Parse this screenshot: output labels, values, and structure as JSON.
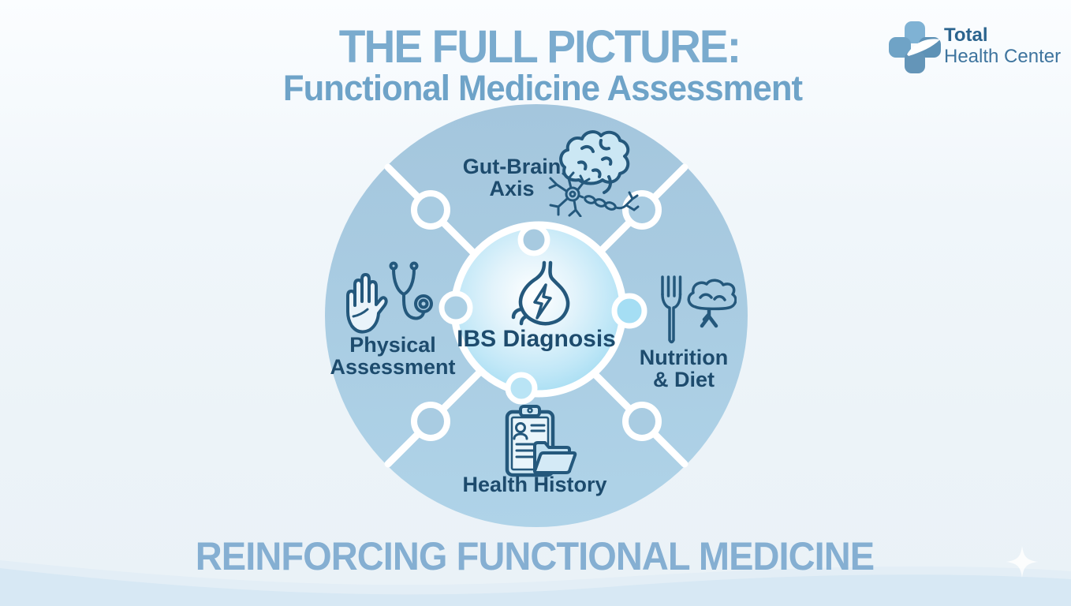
{
  "header": {
    "title": "THE FULL PICTURE:",
    "subtitle": "Functional Medicine Assessment"
  },
  "logo": {
    "line1": "Total",
    "line2": "Health Center",
    "mark": "cross-leaf-logo"
  },
  "diagram": {
    "type": "puzzle-wheel",
    "center": {
      "label": "IBS Diagnosis",
      "icon": "stomach-lightning-icon"
    },
    "pieces": [
      {
        "position": "top",
        "line1": "Gut-Brain",
        "line2": "Axis",
        "icons": [
          "brain-icon",
          "neuron-icon"
        ]
      },
      {
        "position": "left",
        "line1": "Physical",
        "line2": "Assessment",
        "icons": [
          "hand-icon",
          "stethoscope-icon"
        ]
      },
      {
        "position": "right",
        "line1": "Nutrition",
        "line2": "& Diet",
        "icons": [
          "fork-icon",
          "broccoli-icon"
        ]
      },
      {
        "position": "bottom",
        "line1": "Health History",
        "line2": "",
        "icons": [
          "clipboard-icon",
          "folder-icon"
        ]
      }
    ]
  },
  "footer": {
    "tagline": "REINFORCING FUNCTIONAL MEDICINE"
  },
  "decor": {
    "sparkle": "four-point-sparkle",
    "wave": "bottom-wave"
  },
  "colors": {
    "title_blue": "#7AABCE",
    "subtitle_blue": "#6EA3C8",
    "tagline_blue": "#85AFD2",
    "label_navy": "#1D4B6D",
    "icon_stroke_navy": "#24587C",
    "wheel_blue": "#A9CCE2",
    "center_light_blue": "#A3DCF2",
    "seam_white": "#FFFFFF",
    "wave_blue": "#D7E8F4",
    "logo_text_blue": "#2B648E"
  }
}
